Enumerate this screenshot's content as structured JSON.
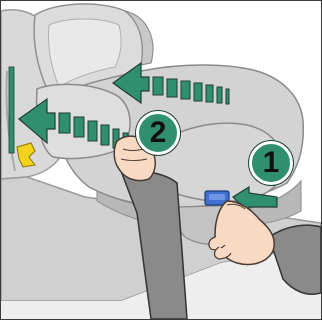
{
  "steps": {
    "one": "1",
    "two": "2"
  },
  "colors": {
    "arrow_green": "#2f8f6f",
    "seat_gray": "#d9d9d9",
    "seat_dark": "#a9a9a9",
    "sleeve_gray": "#8a8a8a",
    "skin": "#f7d9c4",
    "button_blue": "#3f6fd0",
    "latch_yellow": "#f2d21b"
  },
  "icons": {
    "arrow_upper": "chevron-arrow-left-icon",
    "arrow_lower": "chevron-arrow-left-icon",
    "release_button": "blue-release-button",
    "isofix_connector": "yellow-isofix-connector-icon"
  }
}
